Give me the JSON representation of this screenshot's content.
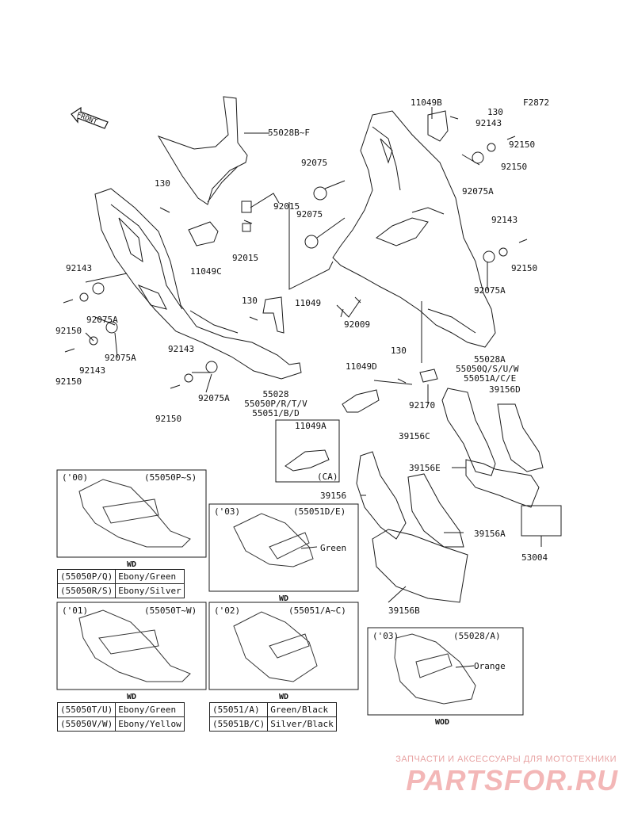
{
  "figure_code": "F2872",
  "front_label": "FRONT",
  "part_labels": [
    {
      "id": "p1",
      "text": "55028B~F"
    },
    {
      "id": "p2",
      "text": "11049B"
    },
    {
      "id": "p3",
      "text": "130"
    },
    {
      "id": "p4",
      "text": "92143"
    },
    {
      "id": "p5",
      "text": "92150"
    },
    {
      "id": "p6",
      "text": "92075A"
    },
    {
      "id": "p7",
      "text": "92075"
    },
    {
      "id": "p8",
      "text": "92015"
    },
    {
      "id": "p9",
      "text": "92075"
    },
    {
      "id": "p10",
      "text": "130"
    },
    {
      "id": "p11",
      "text": "92015"
    },
    {
      "id": "p12",
      "text": "11049C"
    },
    {
      "id": "p13",
      "text": "92143"
    },
    {
      "id": "p14",
      "text": "92150"
    },
    {
      "id": "p15",
      "text": "92075A"
    },
    {
      "id": "p16",
      "text": "92143"
    },
    {
      "id": "p17",
      "text": "92075A"
    },
    {
      "id": "p18",
      "text": "92150"
    },
    {
      "id": "p19",
      "text": "92075A"
    },
    {
      "id": "p20",
      "text": "92143"
    },
    {
      "id": "p21",
      "text": "92150"
    },
    {
      "id": "p22",
      "text": "130"
    },
    {
      "id": "p23",
      "text": "11049"
    },
    {
      "id": "p24",
      "text": "92009"
    },
    {
      "id": "p25",
      "text": "92143"
    },
    {
      "id": "p26",
      "text": "92075A"
    },
    {
      "id": "p27",
      "text": "92150"
    },
    {
      "id": "p28",
      "text": "55028"
    },
    {
      "id": "p29",
      "text": "55050P/R/T/V"
    },
    {
      "id": "p30",
      "text": "55051/B/D"
    },
    {
      "id": "p31",
      "text": "130"
    },
    {
      "id": "p32",
      "text": "11049D"
    },
    {
      "id": "p33",
      "text": "92170"
    },
    {
      "id": "p34",
      "text": "55028A"
    },
    {
      "id": "p35",
      "text": "55050Q/S/U/W"
    },
    {
      "id": "p36",
      "text": "55051A/C/E"
    },
    {
      "id": "p37",
      "text": "39156D"
    },
    {
      "id": "p38",
      "text": "11049A"
    },
    {
      "id": "p39",
      "text": "(CA)"
    },
    {
      "id": "p40",
      "text": "39156C"
    },
    {
      "id": "p41",
      "text": "39156E"
    },
    {
      "id": "p42",
      "text": "39156"
    },
    {
      "id": "p43",
      "text": "39156A"
    },
    {
      "id": "p44",
      "text": "53004"
    },
    {
      "id": "p45",
      "text": "39156B"
    },
    {
      "id": "p46",
      "text": "92150"
    }
  ],
  "insets": [
    {
      "id": "i00",
      "year": "('00)",
      "part": "(55050P~S)",
      "caption": "WD",
      "color_label": ""
    },
    {
      "id": "i03a",
      "year": "('03)",
      "part": "(55051D/E)",
      "caption": "WD",
      "color_label": "Green"
    },
    {
      "id": "i01",
      "year": "('01)",
      "part": "(55050T~W)",
      "caption": "WD",
      "color_label": ""
    },
    {
      "id": "i02",
      "year": "('02)",
      "part": "(55051/A~C)",
      "caption": "WD",
      "color_label": ""
    },
    {
      "id": "i03b",
      "year": "('03)",
      "part": "(55028/A)",
      "caption": "WOD",
      "color_label": "Orange"
    }
  ],
  "color_tables": [
    {
      "id": "t1",
      "rows": [
        [
          "(55050P/Q)",
          "Ebony/Green"
        ],
        [
          "(55050R/S)",
          "Ebony/Silver"
        ]
      ]
    },
    {
      "id": "t2",
      "rows": [
        [
          "(55050T/U)",
          "Ebony/Green"
        ],
        [
          "(55050V/W)",
          "Ebony/Yellow"
        ]
      ]
    },
    {
      "id": "t3",
      "rows": [
        [
          "(55051/A)",
          "Green/Black"
        ],
        [
          "(55051B/C)",
          "Silver/Black"
        ]
      ]
    }
  ],
  "watermark": {
    "tagline": "ЗАПЧАСТИ И АКСЕССУАРЫ ДЛЯ МОТОТЕХНИКИ",
    "logo": "PARTSFOR.RU"
  },
  "colors": {
    "line": "#1a1a1a",
    "watermark": "#f3b7b7"
  }
}
